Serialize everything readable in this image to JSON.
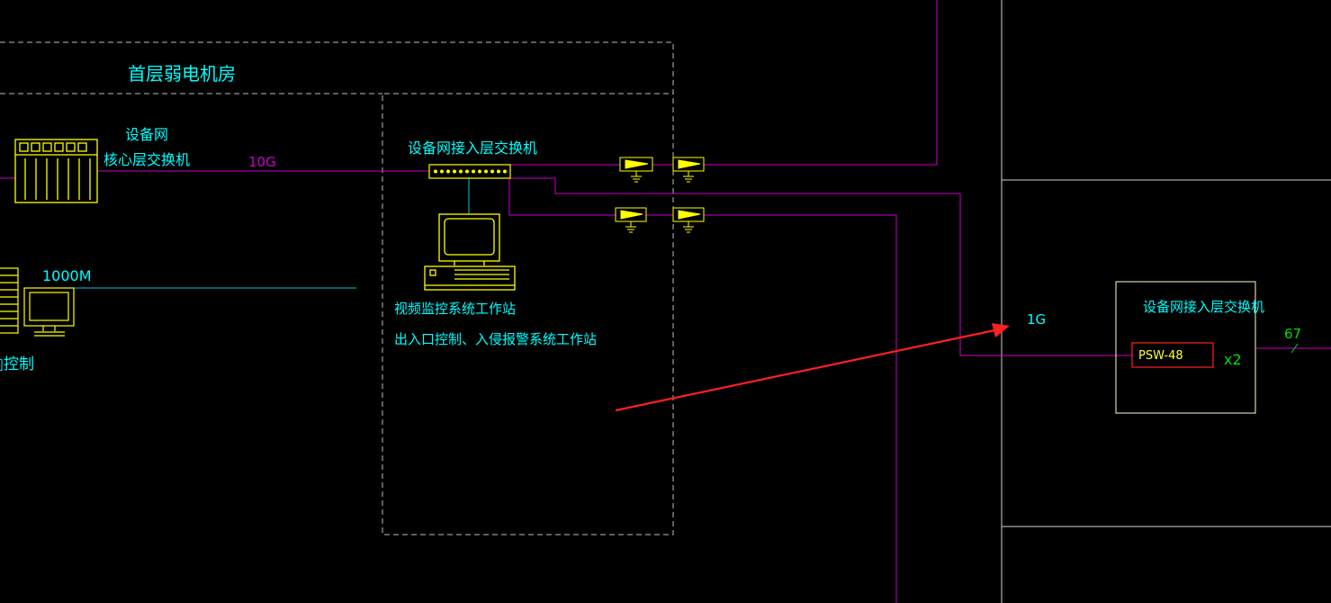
{
  "colors": {
    "background": "#000000",
    "cyan": "#00ffff",
    "yellow": "#ffff00",
    "magenta": "#cc00cc",
    "gray": "#bbbbbb",
    "white_line": "#cfcfcf",
    "red": "#ff2020",
    "green": "#00dd00"
  },
  "labels": {
    "room_title": "首层弱电机房",
    "core_switch_line1": "设备网",
    "core_switch_line2": "核心层交换机",
    "speed_10g": "10G",
    "speed_1000m": "1000M",
    "left_control_partial": "□控制",
    "access_switch_title": "设备网接入层交换机",
    "workstation_line1": "视频监控系统工作站",
    "workstation_line2": "出入口控制、入侵报警系统工作站",
    "speed_1g": "1G",
    "remote_switch_title": "设备网接入层交换机",
    "remote_switch_model": "PSW-48",
    "multiplier": "x2",
    "count_67": "67"
  },
  "icons": {
    "core_switch": "core-switch-icon",
    "access_switch": "access-switch-icon",
    "workstation": "workstation-computer-icon",
    "left_server": "server-rack-icon",
    "left_monitor": "monitor-icon",
    "surge": "surge-protector-icon",
    "arrow": "red-arrow-annotation-icon"
  }
}
